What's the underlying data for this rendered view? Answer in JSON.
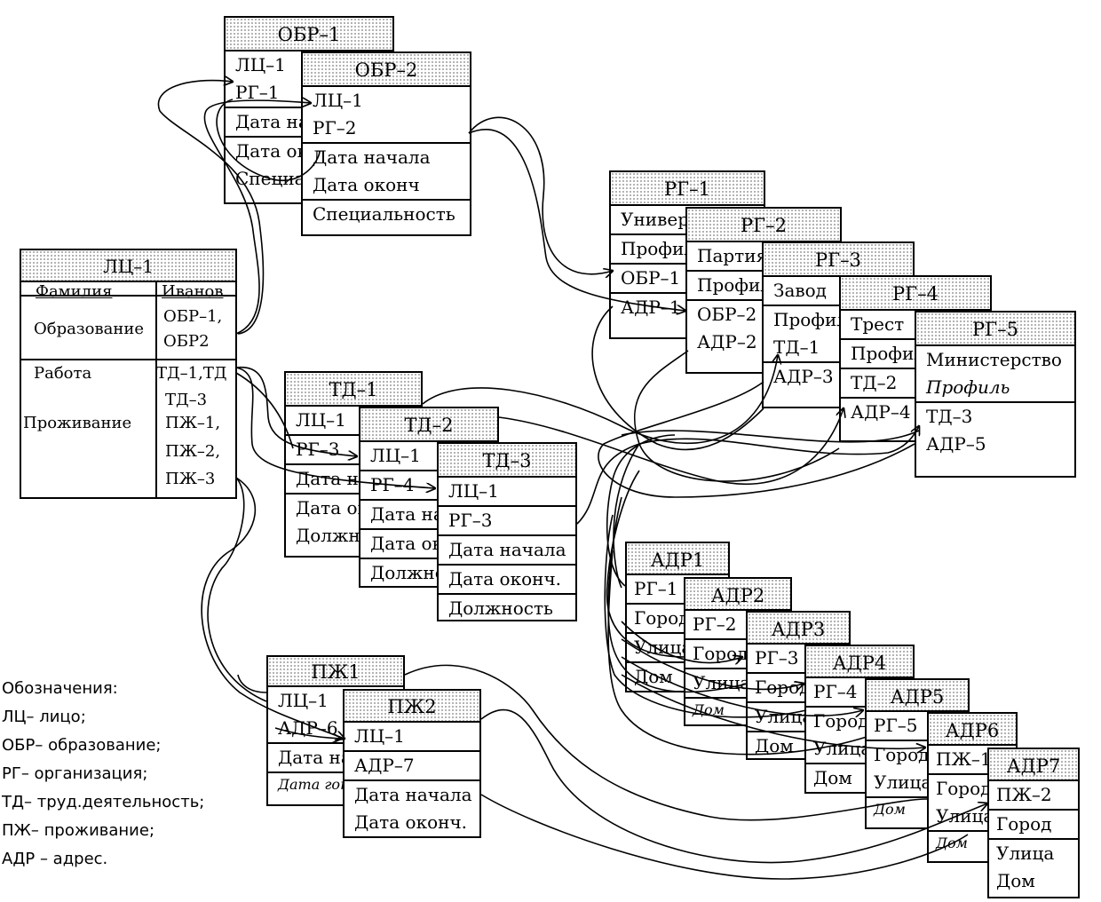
{
  "person": {
    "title": "ЛЦ–1",
    "rows": [
      {
        "label": "Фамилия",
        "values": [
          "Иванов"
        ]
      },
      {
        "label": "Образование",
        "values": [
          "ОБР–1,",
          "ОБР2"
        ]
      },
      {
        "label": "Работа",
        "values": [
          "ТД–1,ТД",
          "ТД–3"
        ]
      },
      {
        "label": "Проживание",
        "values": [
          "ПЖ–1,",
          "ПЖ–2,",
          "ПЖ–3"
        ]
      }
    ]
  },
  "education": [
    {
      "title": "ОБР–1",
      "fields": [
        "ЛЦ–1",
        "РГ–1",
        "Дата начала",
        "Дата оконч",
        "Специальность"
      ]
    },
    {
      "title": "ОБР–2",
      "fields": [
        "ЛЦ–1",
        "РГ–2",
        "Дата начала",
        "Дата оконч",
        "Специальность"
      ]
    }
  ],
  "organizations": [
    {
      "title": "РГ–1",
      "fields": [
        "Универ",
        "Профиль",
        "ОБР–1",
        "АДР–1"
      ]
    },
    {
      "title": "РГ–2",
      "fields": [
        "Партия",
        "Профиль",
        "ОБР–2",
        "АДР–2"
      ]
    },
    {
      "title": "РГ–3",
      "fields": [
        "Завод",
        "Профиль",
        "ТД–1",
        "АДР–3"
      ]
    },
    {
      "title": "РГ–4",
      "fields": [
        "Трест",
        "Профиль",
        "ТД–2",
        "АДР–4"
      ]
    },
    {
      "title": "РГ–5",
      "fields": [
        "Министерство",
        "Профиль",
        "ТД–3",
        "АДР–5"
      ]
    }
  ],
  "work": [
    {
      "title": "ТД–1",
      "fields": [
        "ЛЦ–1",
        "РГ–3",
        "Дата начала",
        "Дата оконч",
        "Должность"
      ]
    },
    {
      "title": "ТД–2",
      "fields": [
        "ЛЦ–1",
        "РГ–4",
        "Дата начала",
        "Дата оконч",
        "Должность"
      ]
    },
    {
      "title": "ТД–3",
      "fields": [
        "ЛЦ–1",
        "РГ–3",
        "Дата начала",
        "Дата оконч.",
        "Должность"
      ]
    }
  ],
  "residence": [
    {
      "title": "ПЖ1",
      "fields": [
        "ЛЦ–1",
        "АДР–6",
        "Дата начала",
        "Дата гонч"
      ]
    },
    {
      "title": "ПЖ2",
      "fields": [
        "ЛЦ–1",
        "АДР–7",
        "Дата начала",
        "Дата оконч."
      ]
    }
  ],
  "addresses": [
    {
      "title": "АДР1",
      "fields": [
        "РГ–1",
        "Город",
        "Улица",
        "Дом"
      ]
    },
    {
      "title": "АДР2",
      "fields": [
        "РГ–2",
        "Город",
        "Улица",
        "Дом"
      ]
    },
    {
      "title": "АДР3",
      "fields": [
        "РГ–3",
        "Город",
        "Улица",
        "Дом"
      ]
    },
    {
      "title": "АДР4",
      "fields": [
        "РГ–4",
        "Город",
        "Улица",
        "Дом"
      ]
    },
    {
      "title": "АДР5",
      "fields": [
        "РГ–5",
        "Город",
        "Улица",
        "Дом"
      ]
    },
    {
      "title": "АДР6",
      "fields": [
        "ПЖ–1",
        "Город",
        "Улица",
        "Дом"
      ]
    },
    {
      "title": "АДР7",
      "fields": [
        "ПЖ–2",
        "Город",
        "Улица",
        "Дом"
      ]
    }
  ],
  "legend": {
    "title": "Обозначения:",
    "items": [
      "ЛЦ– лицо;",
      "ОБР– образование;",
      "РГ– организация;",
      "ТД– труд.деятельность;",
      "ПЖ– проживание;",
      "АДР – адрес."
    ]
  }
}
